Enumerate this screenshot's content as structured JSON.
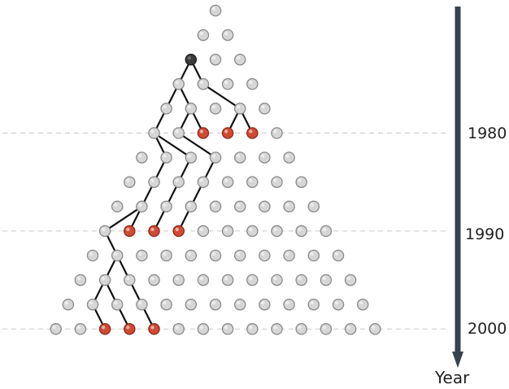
{
  "axis": {
    "title": "Year",
    "direction": "down",
    "year_labels": [
      "1980",
      "1990",
      "2000"
    ]
  },
  "colors": {
    "node_grey": "#d6d6d6",
    "node_grey_stroke": "#8a8a8a",
    "node_red": "#d04a35",
    "node_dark": "#3a3a3a",
    "edge": "#111111",
    "arrow": "#37424c",
    "guide_line": "#c8c8c8"
  },
  "tree": {
    "rows": 14,
    "root": "2-0",
    "red_nodes": [
      "5-2",
      "5-3",
      "5-4",
      "9-1",
      "9-2",
      "9-3",
      "13-2",
      "13-3",
      "13-4"
    ],
    "edges": [
      [
        "2-0",
        "3-0"
      ],
      [
        "2-0",
        "3-1"
      ],
      [
        "3-0",
        "4-0"
      ],
      [
        "3-0",
        "4-1"
      ],
      [
        "3-1",
        "4-3"
      ],
      [
        "4-0",
        "5-0"
      ],
      [
        "4-1",
        "5-1"
      ],
      [
        "4-1",
        "5-2"
      ],
      [
        "4-3",
        "5-3"
      ],
      [
        "4-3",
        "5-4"
      ],
      [
        "5-0",
        "6-1"
      ],
      [
        "5-0",
        "6-2"
      ],
      [
        "5-1",
        "6-3"
      ],
      [
        "6-1",
        "7-1"
      ],
      [
        "6-2",
        "7-2"
      ],
      [
        "6-3",
        "7-3"
      ],
      [
        "7-1",
        "8-1"
      ],
      [
        "7-2",
        "8-2"
      ],
      [
        "7-3",
        "8-3"
      ],
      [
        "8-1",
        "9-0"
      ],
      [
        "8-1",
        "9-1"
      ],
      [
        "8-2",
        "9-2"
      ],
      [
        "8-3",
        "9-3"
      ],
      [
        "9-0",
        "10-1"
      ],
      [
        "10-1",
        "11-1"
      ],
      [
        "10-1",
        "11-2"
      ],
      [
        "11-1",
        "12-1"
      ],
      [
        "11-1",
        "12-2"
      ],
      [
        "11-2",
        "12-3"
      ],
      [
        "12-1",
        "13-2"
      ],
      [
        "12-2",
        "13-3"
      ],
      [
        "12-3",
        "13-4"
      ]
    ]
  }
}
